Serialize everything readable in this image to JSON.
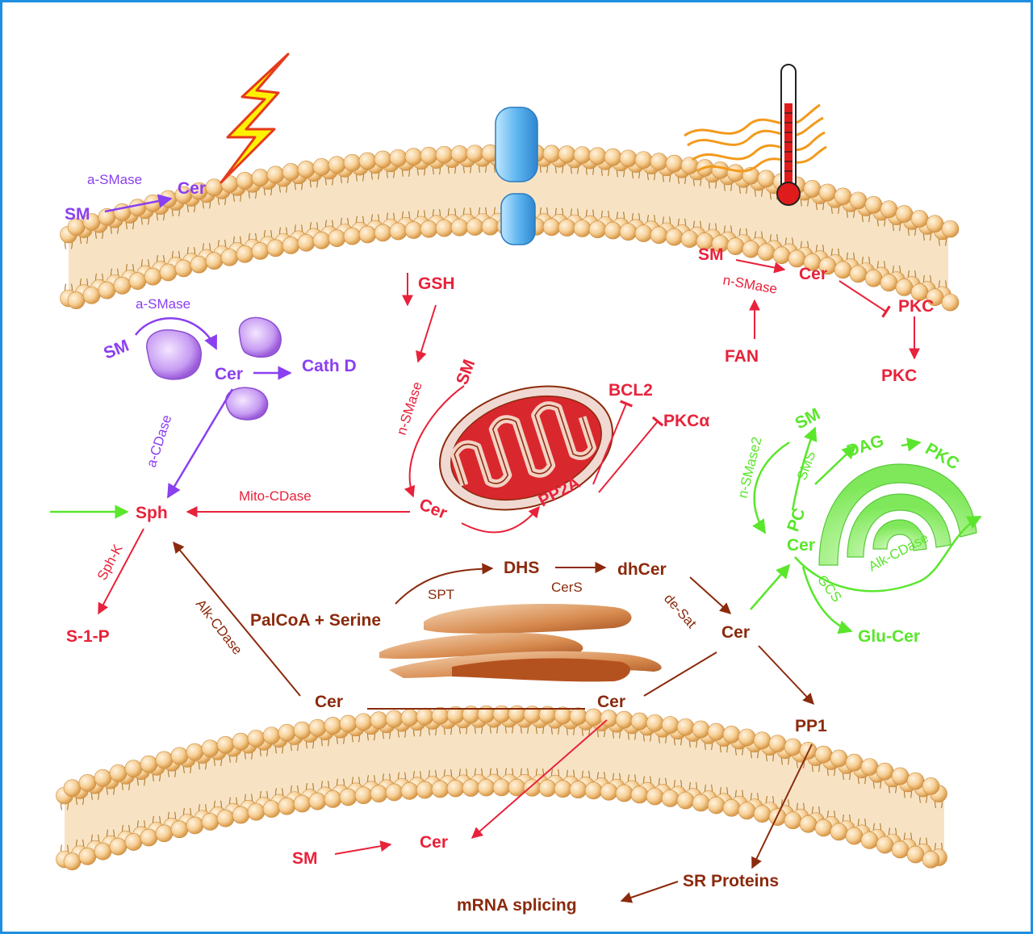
{
  "colors": {
    "frame": "#1e8fe0",
    "membrane_head": "#f3c98c",
    "membrane_tail": "#b58238",
    "purple": "#8a3ff0",
    "red": "#e8223a",
    "brown": "#8b2a0c",
    "green": "#5ae62c",
    "mito_red": "#d9272e",
    "golgi": "#c9743a"
  },
  "icons": [
    "lightning-icon",
    "ion-channel-icon",
    "thermometer-icon",
    "heat-waves-icon",
    "lysosome-icon",
    "mitochondrion-icon",
    "golgi-icon",
    "er-arc-icon"
  ],
  "plasma_membrane": {
    "sm": "SM",
    "enzyme": "a-SMase",
    "cer": "Cer"
  },
  "heat_pathway": {
    "sm": "SM",
    "cer": "Cer",
    "enzyme": "n-SMase",
    "fan": "FAN",
    "pkc_top": "PKC",
    "pkc_bottom": "PKC"
  },
  "lysosome": {
    "sm": "SM",
    "enzyme": "a-SMase",
    "cer": "Cer",
    "cath": "Cath D",
    "cdase": "a-CDase"
  },
  "mitochondria": {
    "gsh": "GSH",
    "gsh_arrow": "↓",
    "sm": "SM",
    "enzyme": "n-SMase",
    "cer": "Cer",
    "pp2a": "PP2A",
    "bcl2": "BCL2",
    "pkca": "PKCα",
    "mito_cdase": "Mito-CDase"
  },
  "sphingosine": {
    "sph": "Sph",
    "sphk": "Sph-K",
    "s1p": "S-1-P",
    "alk_cdase": "Alk-CDase"
  },
  "er": {
    "palcoa": "PalCoA + Serine",
    "spt": "SPT",
    "dhs": "DHS",
    "cers": "CerS",
    "dhcer": "dhCer",
    "desat": "de-Sat",
    "cer": "Cer",
    "cer_left": "Cer",
    "cer_mid": "Cer"
  },
  "golgi": {
    "nsmase2": "n-SMase2",
    "sm": "SM",
    "sms": "SMS",
    "pc": "PC",
    "dag": "DAG",
    "pkc": "PKC",
    "cer": "Cer",
    "alk_cdase": "Alk-CDase",
    "gcs": "GCS",
    "glucer": "Glu-Cer"
  },
  "nucleus": {
    "pp1": "PP1",
    "sm": "SM",
    "cer": "Cer",
    "sr": "SR Proteins",
    "mrna": "mRNA splicing"
  }
}
